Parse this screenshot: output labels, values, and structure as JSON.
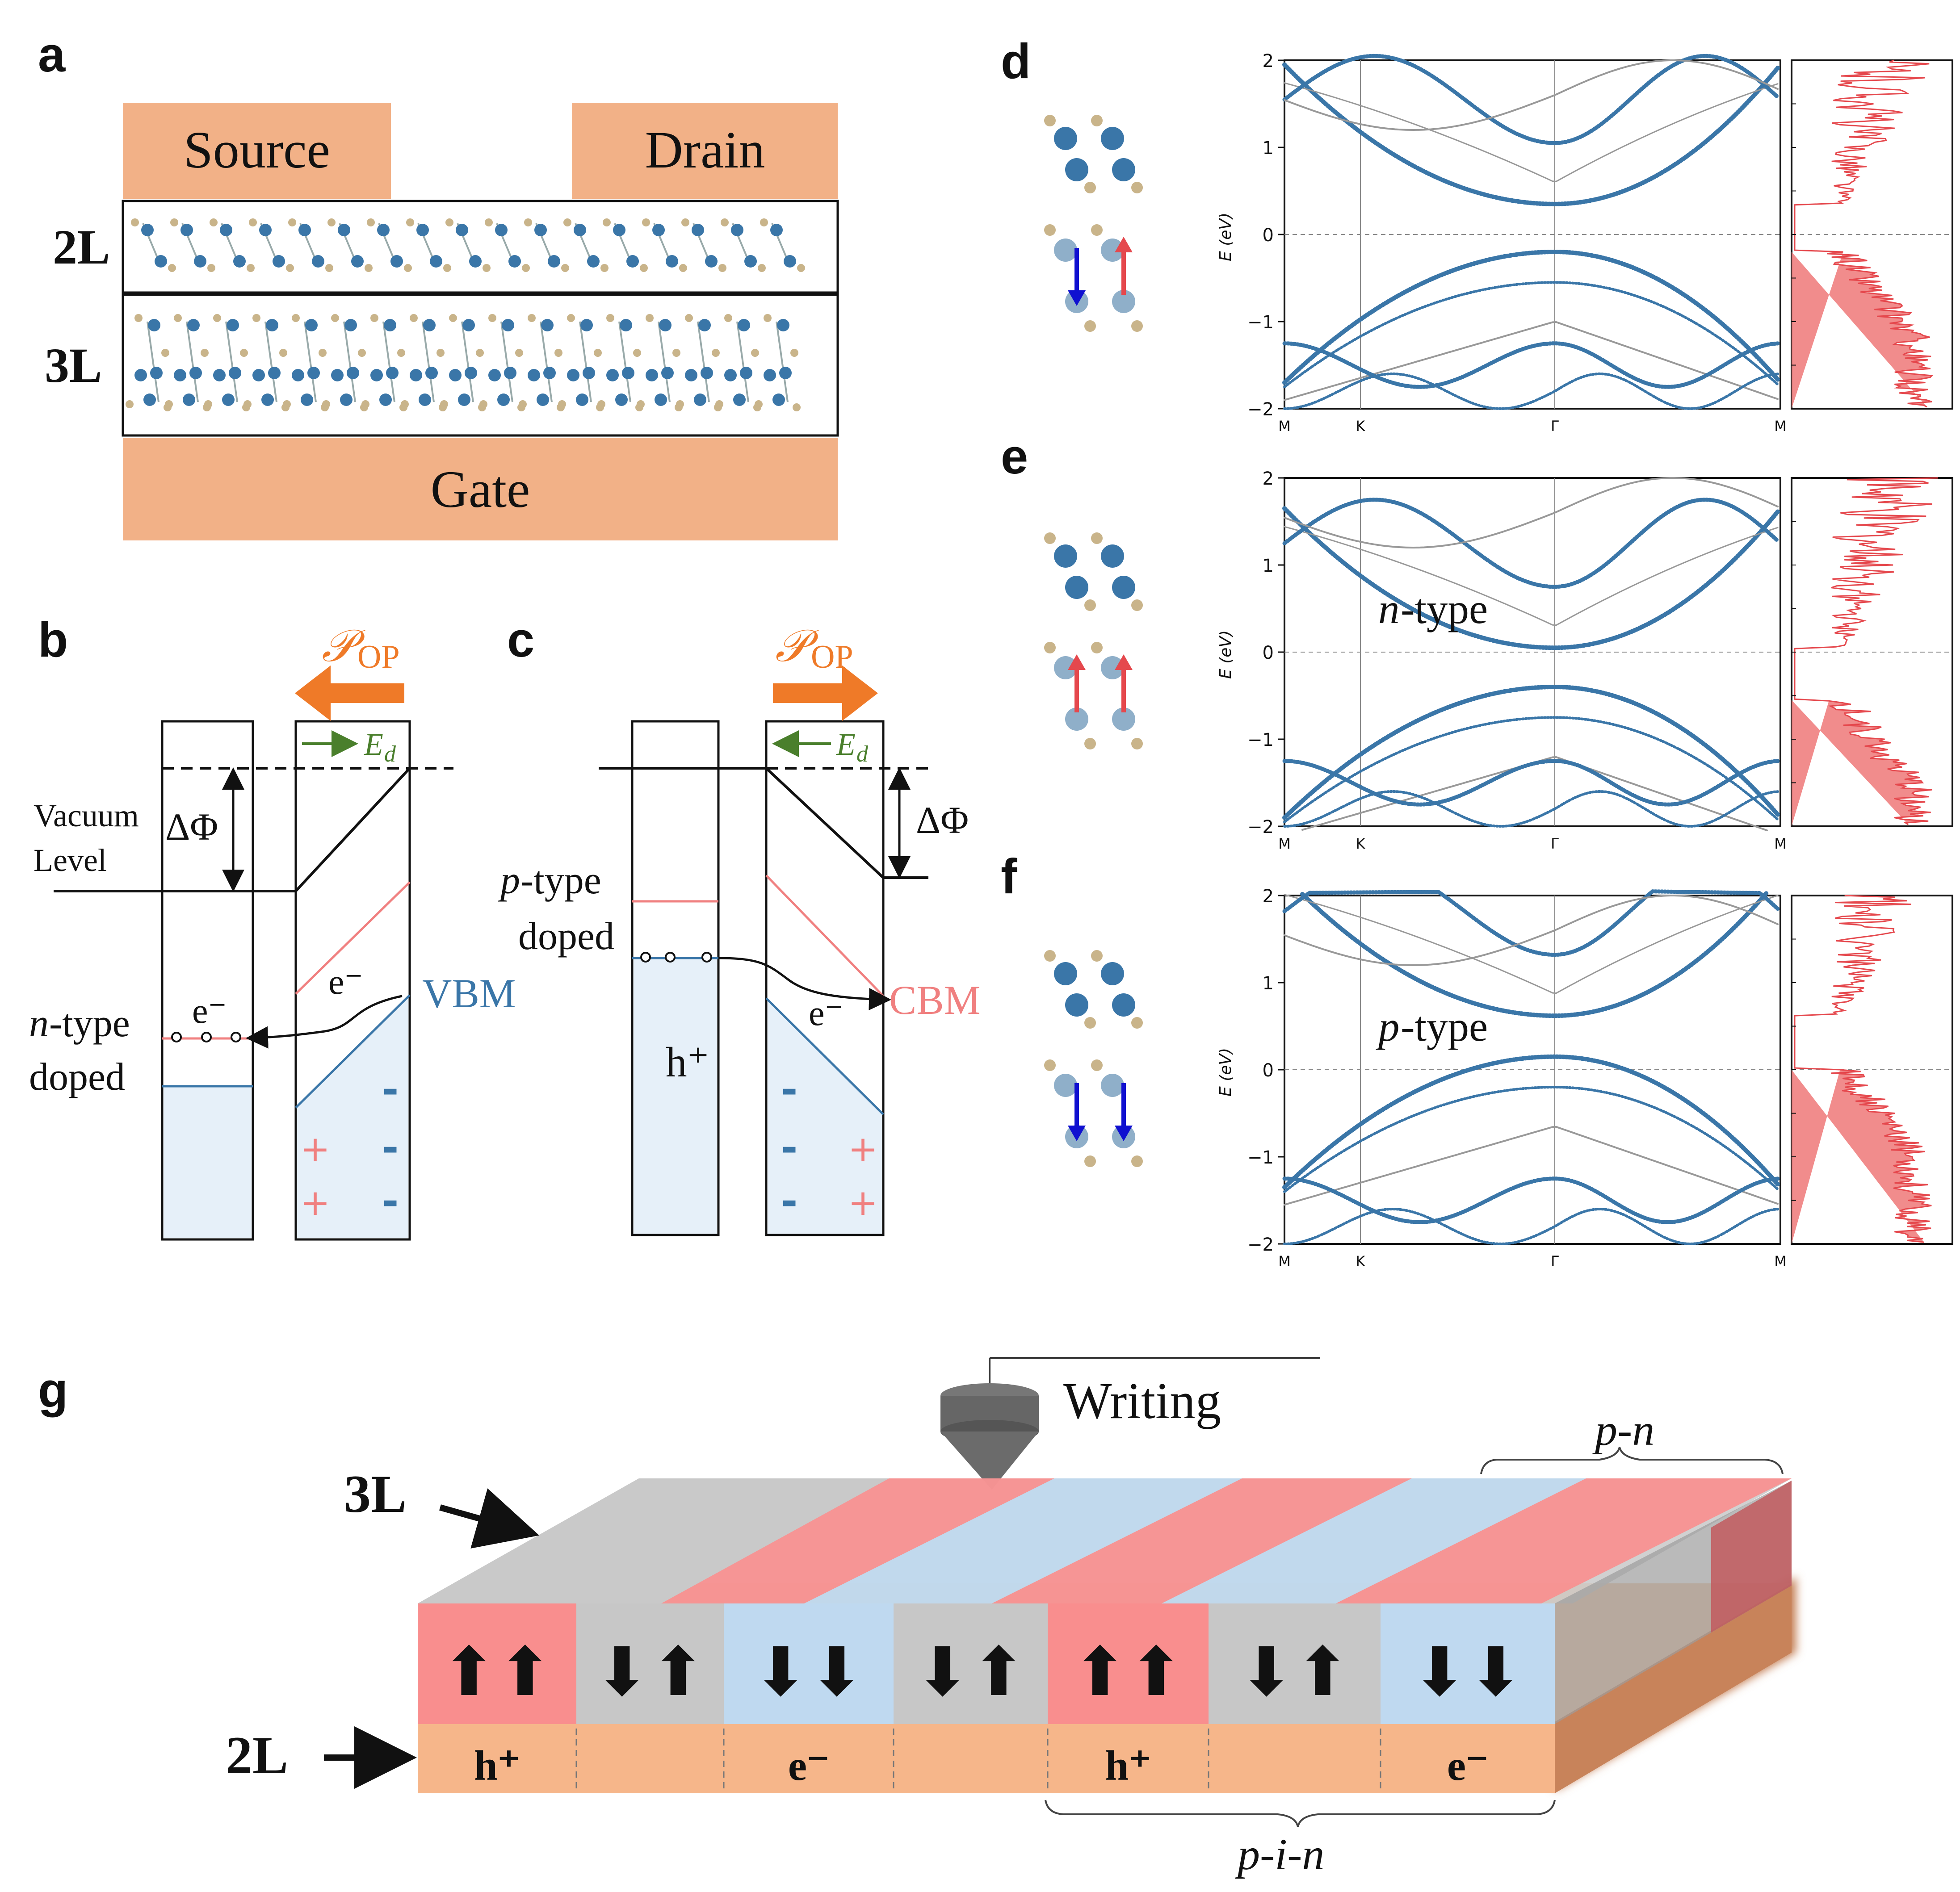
{
  "panels": {
    "a": "a",
    "b": "b",
    "c": "c",
    "d": "d",
    "e": "e",
    "f": "f",
    "g": "g"
  },
  "panel_a": {
    "source": "Source",
    "drain": "Drain",
    "gate": "Gate",
    "layer2": "2L",
    "layer3": "3L"
  },
  "panel_b": {
    "pop": "𝒫",
    "pop_sub": "OP",
    "ed": "E",
    "ed_sub": "d",
    "delta_phi": "ΔΦ",
    "vacuum": "Vacuum",
    "level": "Level",
    "e_minus": "e⁻",
    "n_type": "n",
    "type_suffix": "-type",
    "doped": "doped",
    "vbm": "VBM",
    "plus": "+",
    "minus": "-"
  },
  "panel_c": {
    "pop": "𝒫",
    "pop_sub": "OP",
    "ed": "E",
    "ed_sub": "d",
    "delta_phi": "ΔΦ",
    "p_type": "p",
    "type_suffix": "-type",
    "doped": "doped",
    "h_plus": "h⁺",
    "e_minus": "e⁻",
    "cbm": "CBM",
    "plus": "+",
    "minus": "-"
  },
  "bands": {
    "ylabel": "E (eV)",
    "yticks": [
      "2",
      "1",
      "0",
      "−1",
      "−2"
    ],
    "kpoints": [
      "M",
      "K",
      "Γ",
      "M"
    ],
    "d": {
      "annotation": ""
    },
    "e": {
      "annotation_italic": "n",
      "annotation": "-type"
    },
    "f": {
      "annotation_italic": "p",
      "annotation": "-type"
    }
  },
  "panel_g": {
    "writing": "Writing",
    "layer3": "3L",
    "layer2": "2L",
    "pn": "p-n",
    "pin": "p-i-n",
    "carriers": [
      "h⁺",
      "",
      "e⁻",
      "",
      "h⁺",
      "",
      "e⁻"
    ],
    "arrows": [
      "⬆⬆",
      "⬇⬆",
      "⬇⬇",
      "⬇⬆",
      "⬆⬆",
      "⬇⬆",
      "⬇⬇"
    ]
  },
  "colors": {
    "sand": "#F2B187",
    "blue": "#3A76A8",
    "pink": "#F08080",
    "orange": "#EF7A28",
    "green": "#4A7F2C",
    "red": "#E5484D",
    "grey": "#BEBEBE",
    "lightblue": "#BFD9F0",
    "blueFill": "#E6F0F9"
  }
}
